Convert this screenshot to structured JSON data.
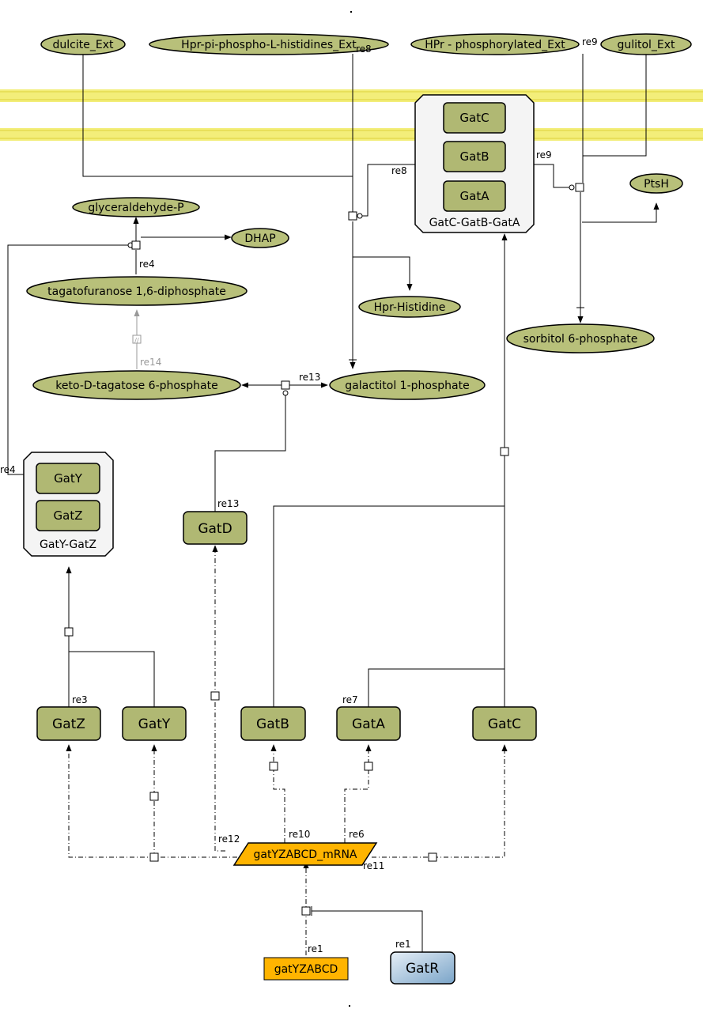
{
  "membrane_color": "#f3ee7a",
  "colors": {
    "species_fill": "#b8c07a",
    "protein_fill": "#b0b873",
    "complex_fill": "#f4f4f4",
    "rna_fill": "#ffb400",
    "gene_fill": "#ffb400",
    "regulator_fill": "#9cc0dc",
    "inhibit_line": "#999999"
  },
  "species": {
    "dulcite_ext": "dulcite_Ext",
    "hpr_pi_ext": "Hpr-pi-phospho-L-histidines_Ext",
    "hpr_phos_ext": "HPr - phosphorylated_Ext",
    "gulitol_ext": "gulitol_Ext",
    "glyceraldehyde_p": "glyceraldehyde-P",
    "dhap": "DHAP",
    "tagatofuranose": "tagatofuranose 1,6-diphosphate",
    "hpr_histidine": "Hpr-Histidine",
    "ptsh": "PtsH",
    "sorbitol": "sorbitol 6-phosphate",
    "keto_tagatose": "keto-D-tagatose 6-phosphate",
    "galactitol": "galactitol 1-phosphate"
  },
  "complexes": {
    "gatcba": {
      "name": "GatC-GatB-GatA",
      "members": [
        "GatC",
        "GatB",
        "GatA"
      ]
    },
    "gatyz": {
      "name": "GatY-GatZ",
      "members": [
        "GatY",
        "GatZ"
      ]
    }
  },
  "proteins": {
    "gatd": "GatD",
    "gatz": "GatZ",
    "gaty": "GatY",
    "gatb": "GatB",
    "gata": "GatA",
    "gatc": "GatC",
    "gatr": "GatR"
  },
  "rna": "gatYZABCD_mRNA",
  "gene": "gatYZABCD",
  "reactions": {
    "re1": "re1",
    "re1b": "re1",
    "re3": "re3",
    "re4": "re4",
    "re4b": "re4",
    "re6": "re6",
    "re7": "re7",
    "re8": "re8",
    "re8b": "re8",
    "re9": "re9",
    "re9b": "re9",
    "re10": "re10",
    "re11": "re11",
    "re12": "re12",
    "re13": "re13",
    "re13b": "re13",
    "re14": "re14"
  }
}
